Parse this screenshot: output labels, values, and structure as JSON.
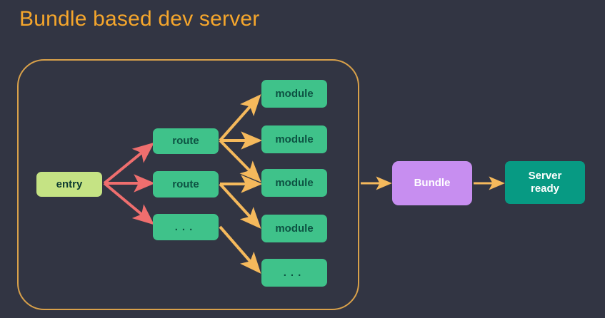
{
  "page": {
    "title": "Bundle based dev server",
    "background_color": "#323543",
    "title_color": "#f5a62c"
  },
  "frame": {
    "name": "bundle-group-frame",
    "border_color": "#d9a14a"
  },
  "colors": {
    "entry_fill": "#c5e384",
    "entry_text": "#0d3b30",
    "node_fill": "#3fc28a",
    "node_text": "#0d5242",
    "bundle_fill": "#c78ef0",
    "bundle_text": "#ffffff",
    "server_fill": "#079a83",
    "server_text": "#ffffff",
    "arrow_red": "#ef6e6e",
    "arrow_orange": "#f5b95c"
  },
  "nodes": {
    "entry": {
      "label": "entry"
    },
    "routes": [
      {
        "label": "route"
      },
      {
        "label": "route"
      },
      {
        "label": "..."
      }
    ],
    "modules": [
      {
        "label": "module"
      },
      {
        "label": "module"
      },
      {
        "label": "module"
      },
      {
        "label": "module"
      },
      {
        "label": "..."
      }
    ],
    "bundle": {
      "label": "Bundle"
    },
    "server": {
      "label_line1": "Server",
      "label_line2": "ready"
    }
  }
}
